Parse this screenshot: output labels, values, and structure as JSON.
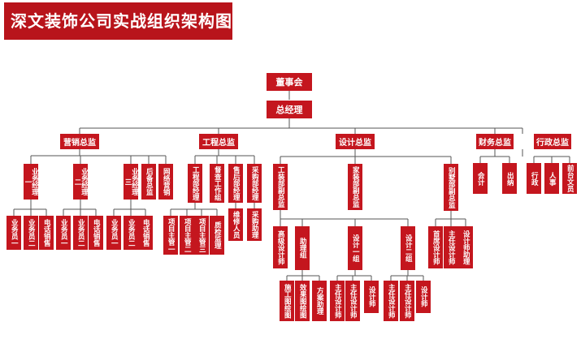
{
  "title": "深文装饰公司实战组织架构图",
  "colors": {
    "accent": "#c4161e",
    "title_bg": "#b8141b",
    "line": "#555555"
  },
  "nodes": {
    "board": "董事会",
    "gm": "总经理",
    "sales_director": "营销总监",
    "eng_director": "工程总监",
    "design_director": "设计总监",
    "finance_director": "财务总监",
    "admin_director": "行政总监",
    "sales_mgr_1": "业务经理一",
    "sales_mgr_2": "业务经理二",
    "sales_mgr_3": "业务经理三",
    "backoffice_director": "后备总监",
    "online_marketing": "网络营销",
    "s1_rep1": "业务员一",
    "s1_rep2": "业务员二",
    "s1_phone": "电话销售",
    "s2_rep1": "业务员一",
    "s2_rep2": "业务员二",
    "s2_phone": "电话销售",
    "s3_rep1": "业务员一",
    "s3_rep2": "业务员二",
    "s3_phone": "电话销售",
    "eng_mgr": "工程部经理",
    "supervision": "督查工作组",
    "aftersales_mgr": "售后部经理",
    "purchase_mgr": "采购部经理",
    "pm1": "项目主管一",
    "pm2": "项目主管二",
    "pm3": "项目主管三",
    "qc": "质检监理",
    "repair": "维修人员",
    "purchase_asst": "采购助理",
    "tooling_vp": "工装部副总监",
    "home_vp": "家装部副总监",
    "villa_vp": "别墅部副总监",
    "senior_designer": "高级设计师",
    "assistant_group": "助理组",
    "design_group_1": "设计一组",
    "design_group_2": "设计二组",
    "chief_designer": "首席设计师",
    "villa_lead": "主任设计师",
    "villa_asst": "设计师助理",
    "construction_drawing": "施工图绘图",
    "render_drawing": "效果图绘图",
    "plan_asst": "方案助理",
    "g1_lead1": "主任设计师",
    "g1_lead2": "主任设计师",
    "g1_designer": "设计师",
    "g2_lead1": "主任设计师",
    "g2_lead2": "主任设计师",
    "g2_designer": "设计师",
    "accountant": "会计",
    "cashier": "出纳",
    "admin": "行政",
    "hr": "人事",
    "reception": "前台文员"
  }
}
